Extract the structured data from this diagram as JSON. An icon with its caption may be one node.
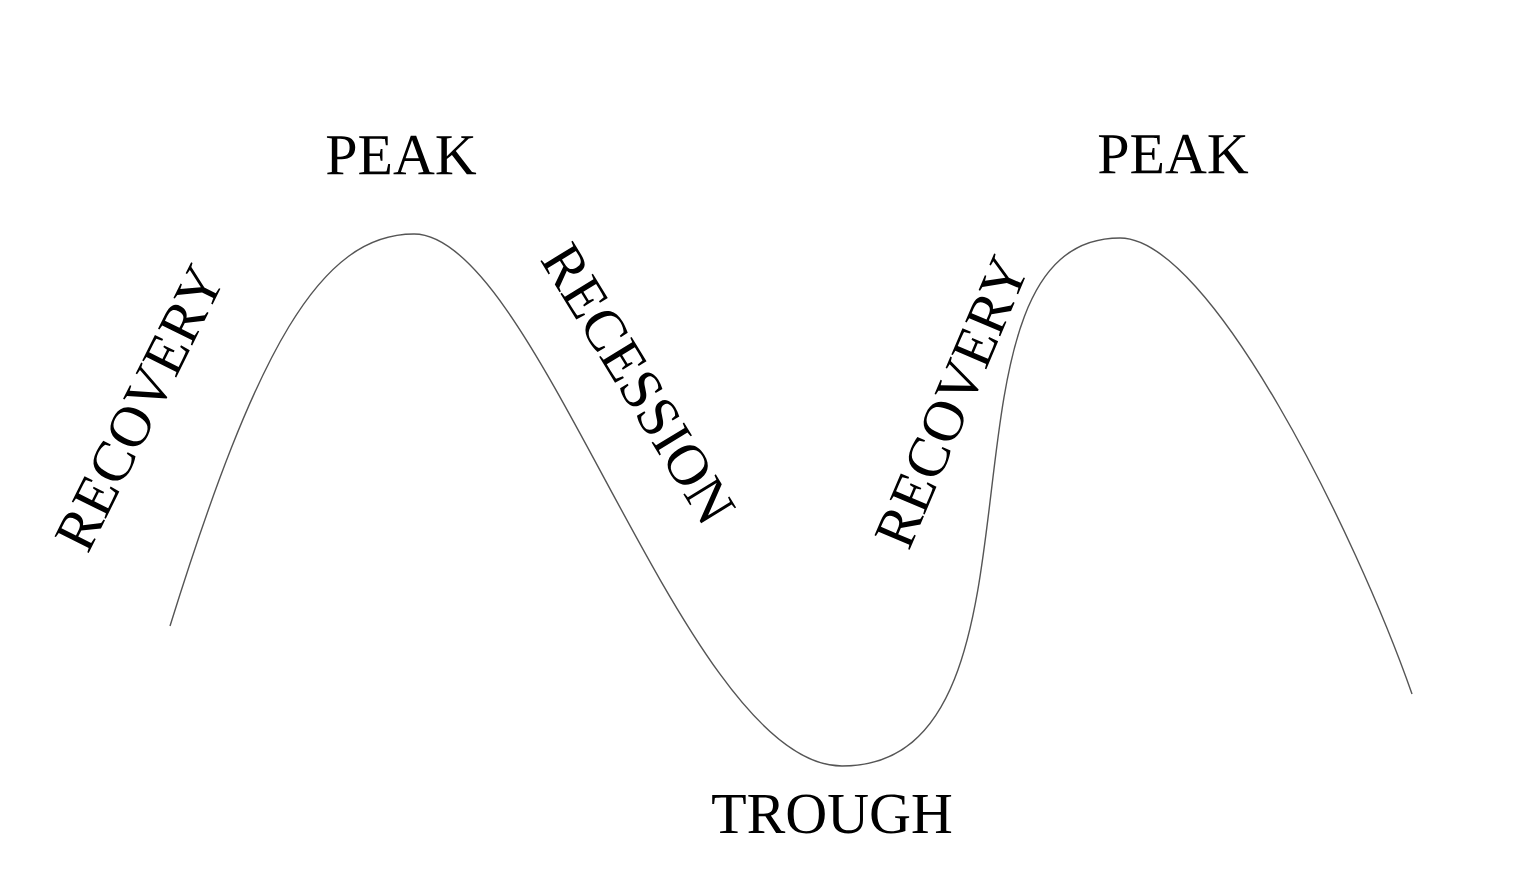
{
  "diagram": {
    "labels": [
      "PEAK",
      "PEAK",
      "RECOVERY",
      "RECESSION",
      "RECOVERY",
      "TROUGH"
    ]
  }
}
